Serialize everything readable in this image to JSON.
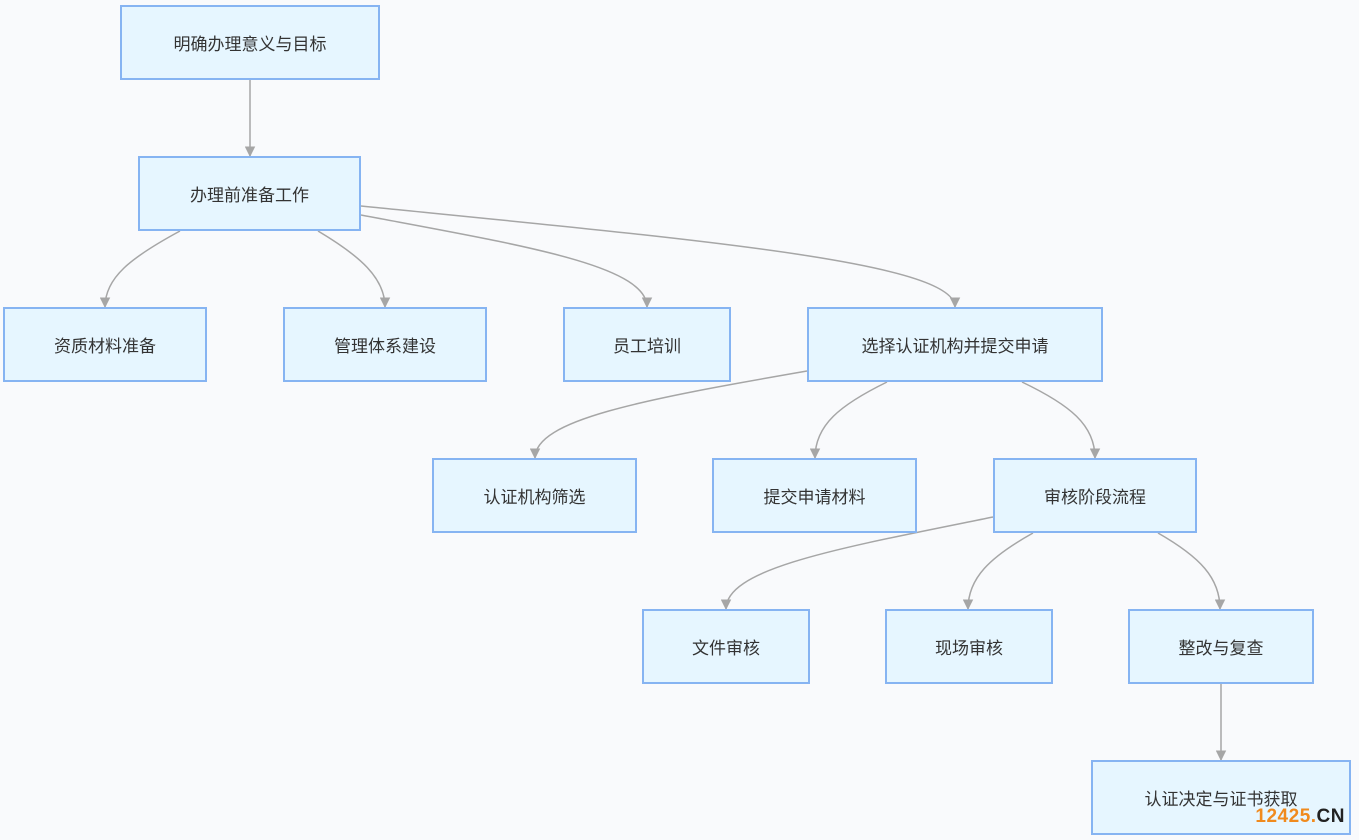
{
  "diagram": {
    "nodes": [
      {
        "id": "n1",
        "label": "明确办理意义与目标"
      },
      {
        "id": "n2",
        "label": "办理前准备工作"
      },
      {
        "id": "n3",
        "label": "资质材料准备"
      },
      {
        "id": "n4",
        "label": "管理体系建设"
      },
      {
        "id": "n5",
        "label": "员工培训"
      },
      {
        "id": "n6",
        "label": "选择认证机构并提交申请"
      },
      {
        "id": "n7",
        "label": "认证机构筛选"
      },
      {
        "id": "n8",
        "label": "提交申请材料"
      },
      {
        "id": "n9",
        "label": "审核阶段流程"
      },
      {
        "id": "n10",
        "label": "文件审核"
      },
      {
        "id": "n11",
        "label": "现场审核"
      },
      {
        "id": "n12",
        "label": "整改与复查"
      },
      {
        "id": "n13",
        "label": "认证决定与证书获取"
      }
    ],
    "edges": [
      {
        "from": "n1",
        "to": "n2"
      },
      {
        "from": "n2",
        "to": "n3"
      },
      {
        "from": "n2",
        "to": "n4"
      },
      {
        "from": "n2",
        "to": "n5"
      },
      {
        "from": "n2",
        "to": "n6"
      },
      {
        "from": "n6",
        "to": "n7"
      },
      {
        "from": "n6",
        "to": "n8"
      },
      {
        "from": "n6",
        "to": "n9"
      },
      {
        "from": "n9",
        "to": "n10"
      },
      {
        "from": "n9",
        "to": "n11"
      },
      {
        "from": "n9",
        "to": "n12"
      },
      {
        "from": "n12",
        "to": "n13"
      }
    ],
    "colors": {
      "node_fill": "#e6f6ff",
      "node_border": "#86b4f2",
      "edge": "#a6a6a6",
      "background": "#f9fafc"
    }
  },
  "watermark": {
    "num": "12425",
    "dot": ".",
    "cn": "CN"
  }
}
